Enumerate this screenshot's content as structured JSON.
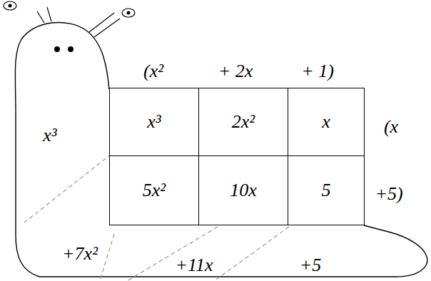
{
  "diagram": {
    "nodes": [
      {
        "text": [
          "x³"
        ]
      },
      {
        "text": [
          "2x²"
        ]
      },
      {
        "text": [
          "x"
        ]
      },
      {
        "text": [
          "5x²"
        ]
      },
      {
        "text": [
          "10x"
        ]
      },
      {
        "text": [
          "5"
        ]
      }
    ],
    "labels": [
      "(x²",
      "+ 2x",
      "+ 1)",
      "(x",
      "+5)",
      "x³",
      "+7x²",
      "+11x",
      "+5"
    ]
  }
}
